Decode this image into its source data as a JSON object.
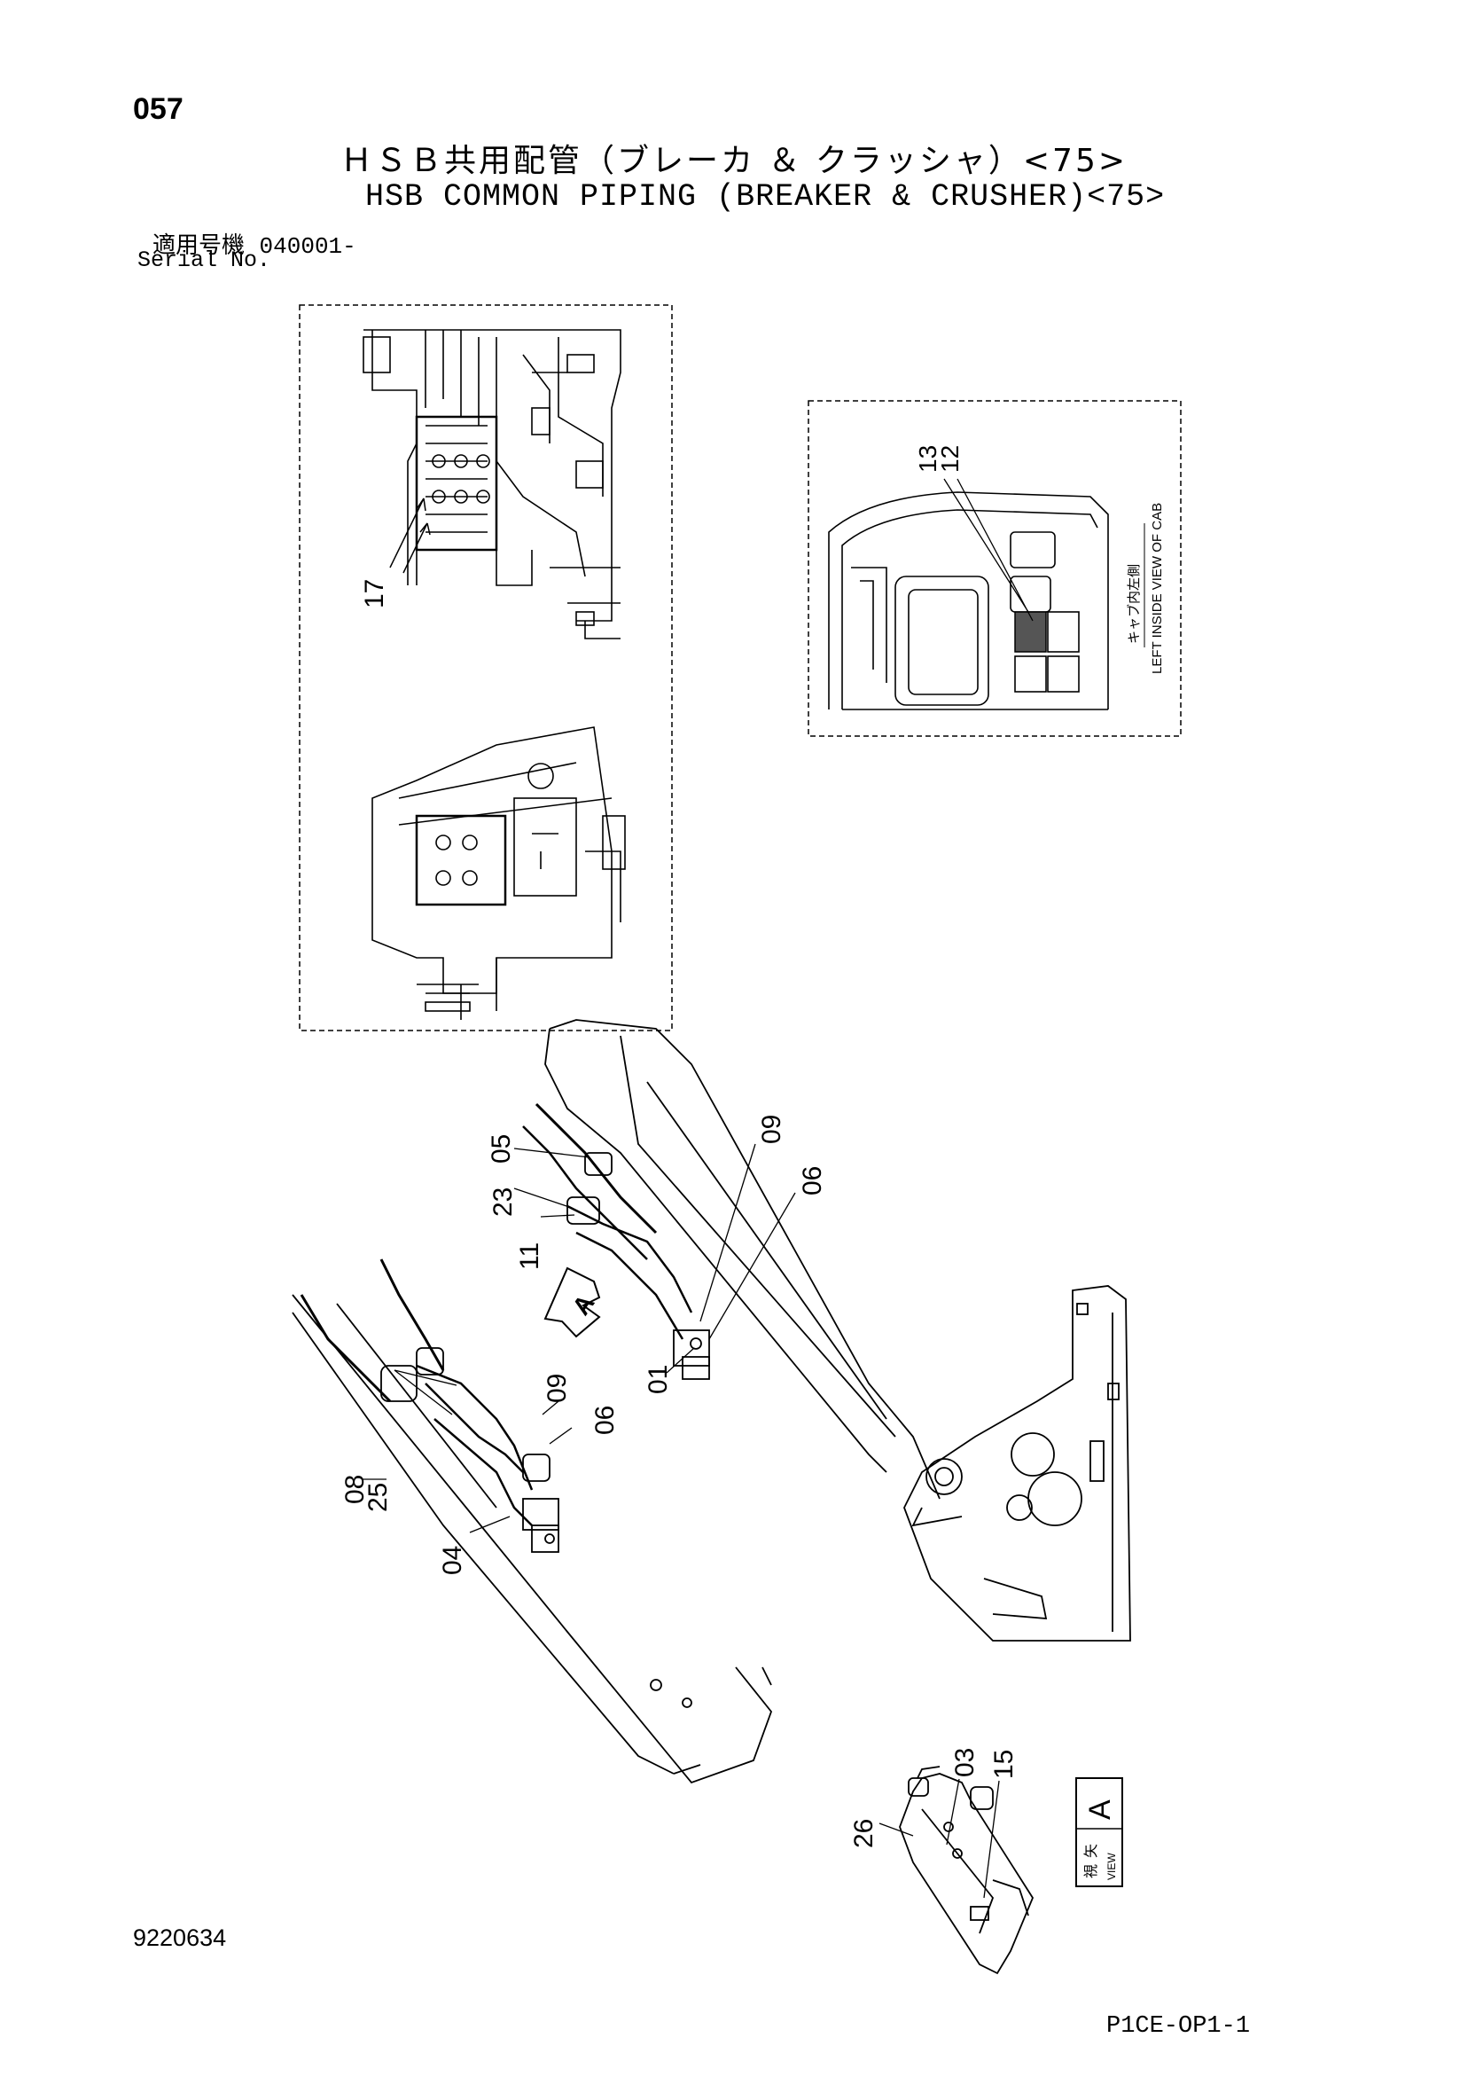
{
  "header": {
    "page_number": "057",
    "title_jp": "ＨＳＢ共用配管（ブレーカ ＆ クラッシャ）<75>",
    "title_en": "HSB COMMON PIPING (BREAKER & CRUSHER)<75>",
    "serial_label_jp": "適用号機",
    "serial_value": "040001-",
    "serial_label_en": "Serial No."
  },
  "inset_cab": {
    "label_jp": "キャブ内左側",
    "label_en": "LEFT INSIDE VIEW OF CAB",
    "callouts": [
      "13",
      "12"
    ]
  },
  "inset_top": {
    "callouts": [
      "17"
    ]
  },
  "main_view": {
    "callouts": [
      "05",
      "23",
      "11",
      "09",
      "06",
      "01",
      "09",
      "06",
      "08",
      "25",
      "04"
    ],
    "view_marker": "A"
  },
  "view_a": {
    "callouts": [
      "26",
      "03",
      "15"
    ],
    "label_jp_1": "矢",
    "label_jp_2": "視",
    "label_en": "VIEW",
    "letter": "A"
  },
  "footer": {
    "doc_number": "9220634",
    "page_code": "P1CE-OP1-1"
  }
}
